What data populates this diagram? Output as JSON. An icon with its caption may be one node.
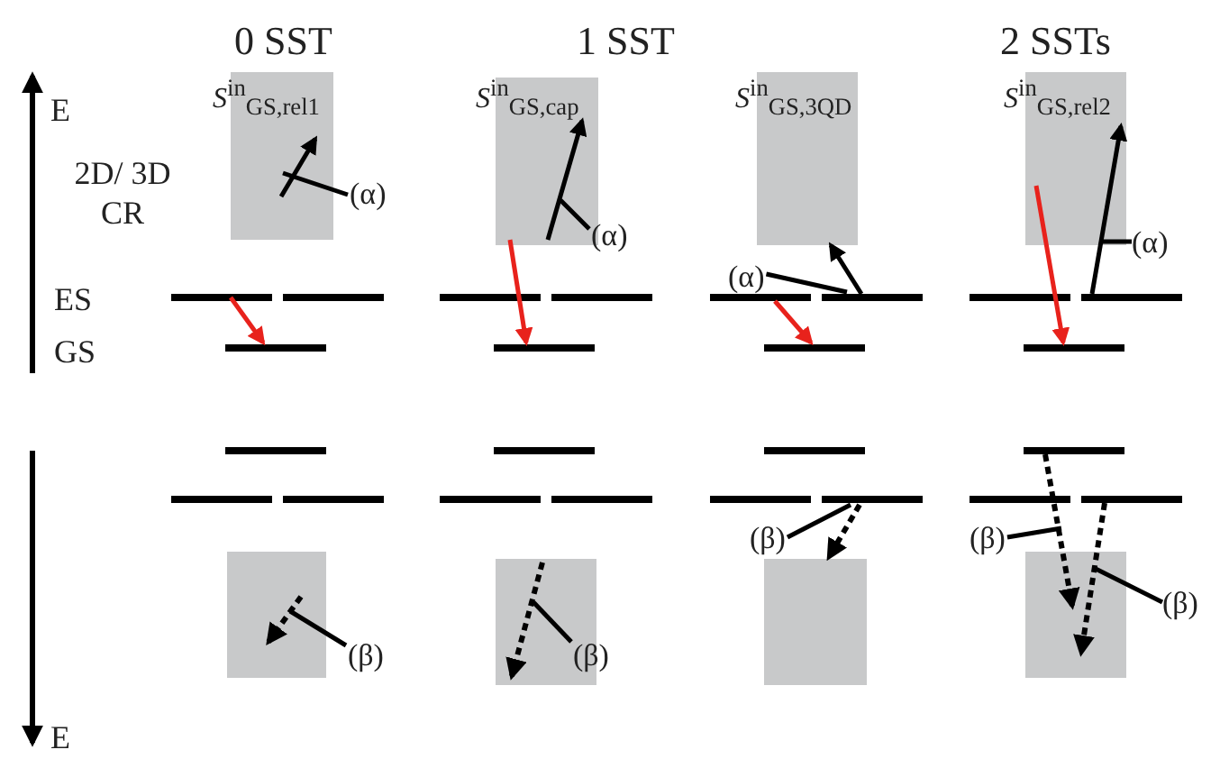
{
  "diagram": {
    "nodes": [
      {
        "text": [],
        "shape": "box"
      },
      {
        "text": [],
        "shape": "box"
      },
      {
        "text": [],
        "shape": "box"
      },
      {
        "text": [],
        "shape": "box"
      },
      {
        "text": [],
        "shape": "bar"
      },
      {
        "text": [],
        "shape": "bar"
      },
      {
        "text": [],
        "shape": "bar"
      },
      {
        "text": [],
        "shape": "bar"
      },
      {
        "text": [],
        "shape": "bar"
      },
      {
        "text": [],
        "shape": "bar"
      },
      {
        "text": [],
        "shape": "bar"
      },
      {
        "text": [],
        "shape": "bar"
      },
      {
        "text": [],
        "shape": "bar"
      },
      {
        "text": [],
        "shape": "bar"
      },
      {
        "text": [],
        "shape": "bar"
      },
      {
        "text": [],
        "shape": "bar"
      },
      {
        "text": [],
        "shape": "bar"
      },
      {
        "text": [],
        "shape": "bar"
      },
      {
        "text": [],
        "shape": "bar"
      },
      {
        "text": [],
        "shape": "bar"
      },
      {
        "text": [],
        "shape": "bar"
      },
      {
        "text": [],
        "shape": "bar"
      },
      {
        "text": [],
        "shape": "bar"
      },
      {
        "text": [],
        "shape": "bar"
      },
      {
        "text": [],
        "shape": "bar"
      },
      {
        "text": [],
        "shape": "bar"
      },
      {
        "text": [],
        "shape": "bar"
      },
      {
        "text": [],
        "shape": "bar"
      },
      {
        "text": [],
        "shape": "box"
      },
      {
        "text": [],
        "shape": "box"
      },
      {
        "text": [],
        "shape": "box"
      },
      {
        "text": [],
        "shape": "box"
      },
      {
        "text": [
          "(α)"
        ]
      },
      {
        "text": [
          "(α)"
        ]
      },
      {
        "text": [
          "(α)"
        ]
      },
      {
        "text": [
          "(α)"
        ]
      },
      {
        "text": [
          "(β)"
        ]
      },
      {
        "text": [
          "(β)"
        ]
      },
      {
        "text": [
          "(β)"
        ]
      },
      {
        "text": [
          "(β)"
        ]
      },
      {
        "text": [
          "(β)"
        ]
      }
    ],
    "edges": [
      {
        "from": 4,
        "to": 12,
        "arrow": "to",
        "color": "#e8221c"
      },
      {
        "from": 0,
        "to": 0,
        "arrow": "to"
      },
      {
        "from": 1,
        "to": 13,
        "arrow": "to",
        "color": "#e8221c"
      },
      {
        "from": 1,
        "to": 1,
        "arrow": "to"
      },
      {
        "from": 8,
        "to": 14,
        "arrow": "to",
        "color": "#e8221c"
      },
      {
        "from": 9,
        "to": 2,
        "arrow": "to"
      },
      {
        "from": 3,
        "to": 15,
        "arrow": "to",
        "color": "#e8221c"
      },
      {
        "from": 11,
        "to": 3,
        "arrow": "to"
      },
      {
        "from": 28,
        "to": 28,
        "arrow": "to",
        "style": "dashed"
      },
      {
        "from": 29,
        "to": 29,
        "arrow": "to",
        "style": "dashed"
      },
      {
        "from": 25,
        "to": 30,
        "arrow": "to",
        "style": "dashed"
      },
      {
        "from": 19,
        "to": 31,
        "arrow": "to",
        "style": "dashed"
      },
      {
        "from": 27,
        "to": 31,
        "arrow": "to",
        "style": "dashed"
      },
      {
        "from": 32,
        "to": 0,
        "arrow": "none"
      },
      {
        "from": 33,
        "to": 1,
        "arrow": "none"
      },
      {
        "from": 34,
        "to": 9,
        "arrow": "none"
      },
      {
        "from": 35,
        "to": 3,
        "arrow": "none"
      },
      {
        "from": 36,
        "to": 28,
        "arrow": "none"
      },
      {
        "from": 37,
        "to": 29,
        "arrow": "none"
      },
      {
        "from": 38,
        "to": 25,
        "arrow": "none"
      },
      {
        "from": 39,
        "to": null,
        "arrow": "none"
      },
      {
        "from": 40,
        "to": 31,
        "arrow": "none"
      }
    ],
    "labels": [
      "0 SST",
      "1 SST",
      "2 SSTs",
      "*S*$^{in}$$_{GS,rel1}$",
      "*S*$^{in}$$_{GS,cap}$",
      "*S*$^{in}$$_{GS,3QD}$",
      "*S*$^{in}$$_{GS,rel2}$",
      "E",
      "2D/ 3D CR",
      "ES",
      "GS",
      "E"
    ]
  }
}
